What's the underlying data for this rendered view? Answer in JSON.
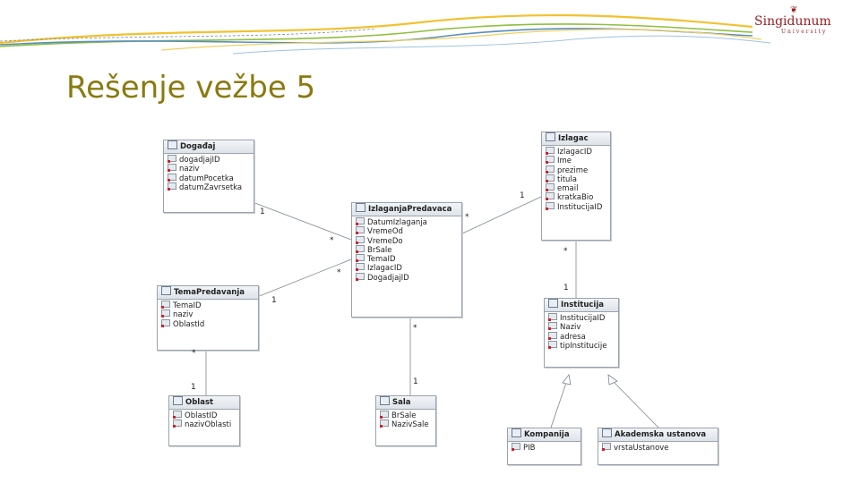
{
  "header": {
    "logo_emblem": "❦",
    "logo_brand": "Singidunum",
    "logo_sub": "University"
  },
  "slide": {
    "title": "Rešenje vežbe 5"
  },
  "colors": {
    "title": "#8a7a10",
    "logo": "#9b1d20",
    "wave_gold": "#f2c12e",
    "wave_blue": "#5b8fbf",
    "wave_green": "#8fbf3f"
  },
  "classes": {
    "dogadjaj": {
      "name": "Događaj",
      "attrs": [
        "dogadjajID",
        "naziv",
        "datumPocetka",
        "datumZavrsetka"
      ]
    },
    "izlaganja_predavaca": {
      "name": "IzlaganjaPredavaca",
      "attrs": [
        "DatumIzlaganja",
        "VremeOd",
        "VremeDo",
        "BrSale",
        "TemaID",
        "IzlagacID",
        "DogadjajID"
      ]
    },
    "izlagac": {
      "name": "Izlagac",
      "attrs": [
        "IzlagacID",
        "Ime",
        "prezime",
        "titula",
        "email",
        "kratkaBio",
        "InstitucijaID"
      ]
    },
    "tema_predavanja": {
      "name": "TemaPredavanja",
      "attrs": [
        "TemaID",
        "naziv",
        "OblastId"
      ]
    },
    "oblast": {
      "name": "Oblast",
      "attrs": [
        "OblastID",
        "nazivOblasti"
      ]
    },
    "sala": {
      "name": "Sala",
      "attrs": [
        "BrSale",
        "NazivSale"
      ]
    },
    "institucija": {
      "name": "Institucija",
      "attrs": [
        "InstitucijaID",
        "Naziv",
        "adresa",
        "tipInstitucije"
      ]
    },
    "kompanija": {
      "name": "Kompanija",
      "attrs": [
        "PIB"
      ]
    },
    "akademska_ustanova": {
      "name": "Akademska ustanova",
      "attrs": [
        "vrstaUstanove"
      ]
    }
  },
  "multiplicities": {
    "dogadjaj_one": "1",
    "izlaganja_many_dogadjaj": "*",
    "tema_one": "1",
    "izlaganja_many_tema": "*",
    "izlagac_one": "1",
    "izlaganja_many_izlagac": "*",
    "izlagac_many_inst": "*",
    "institucija_one": "1",
    "tema_many_oblast": "*",
    "oblast_one": "1",
    "izlaganja_many_sala": "*",
    "sala_one": "1"
  }
}
